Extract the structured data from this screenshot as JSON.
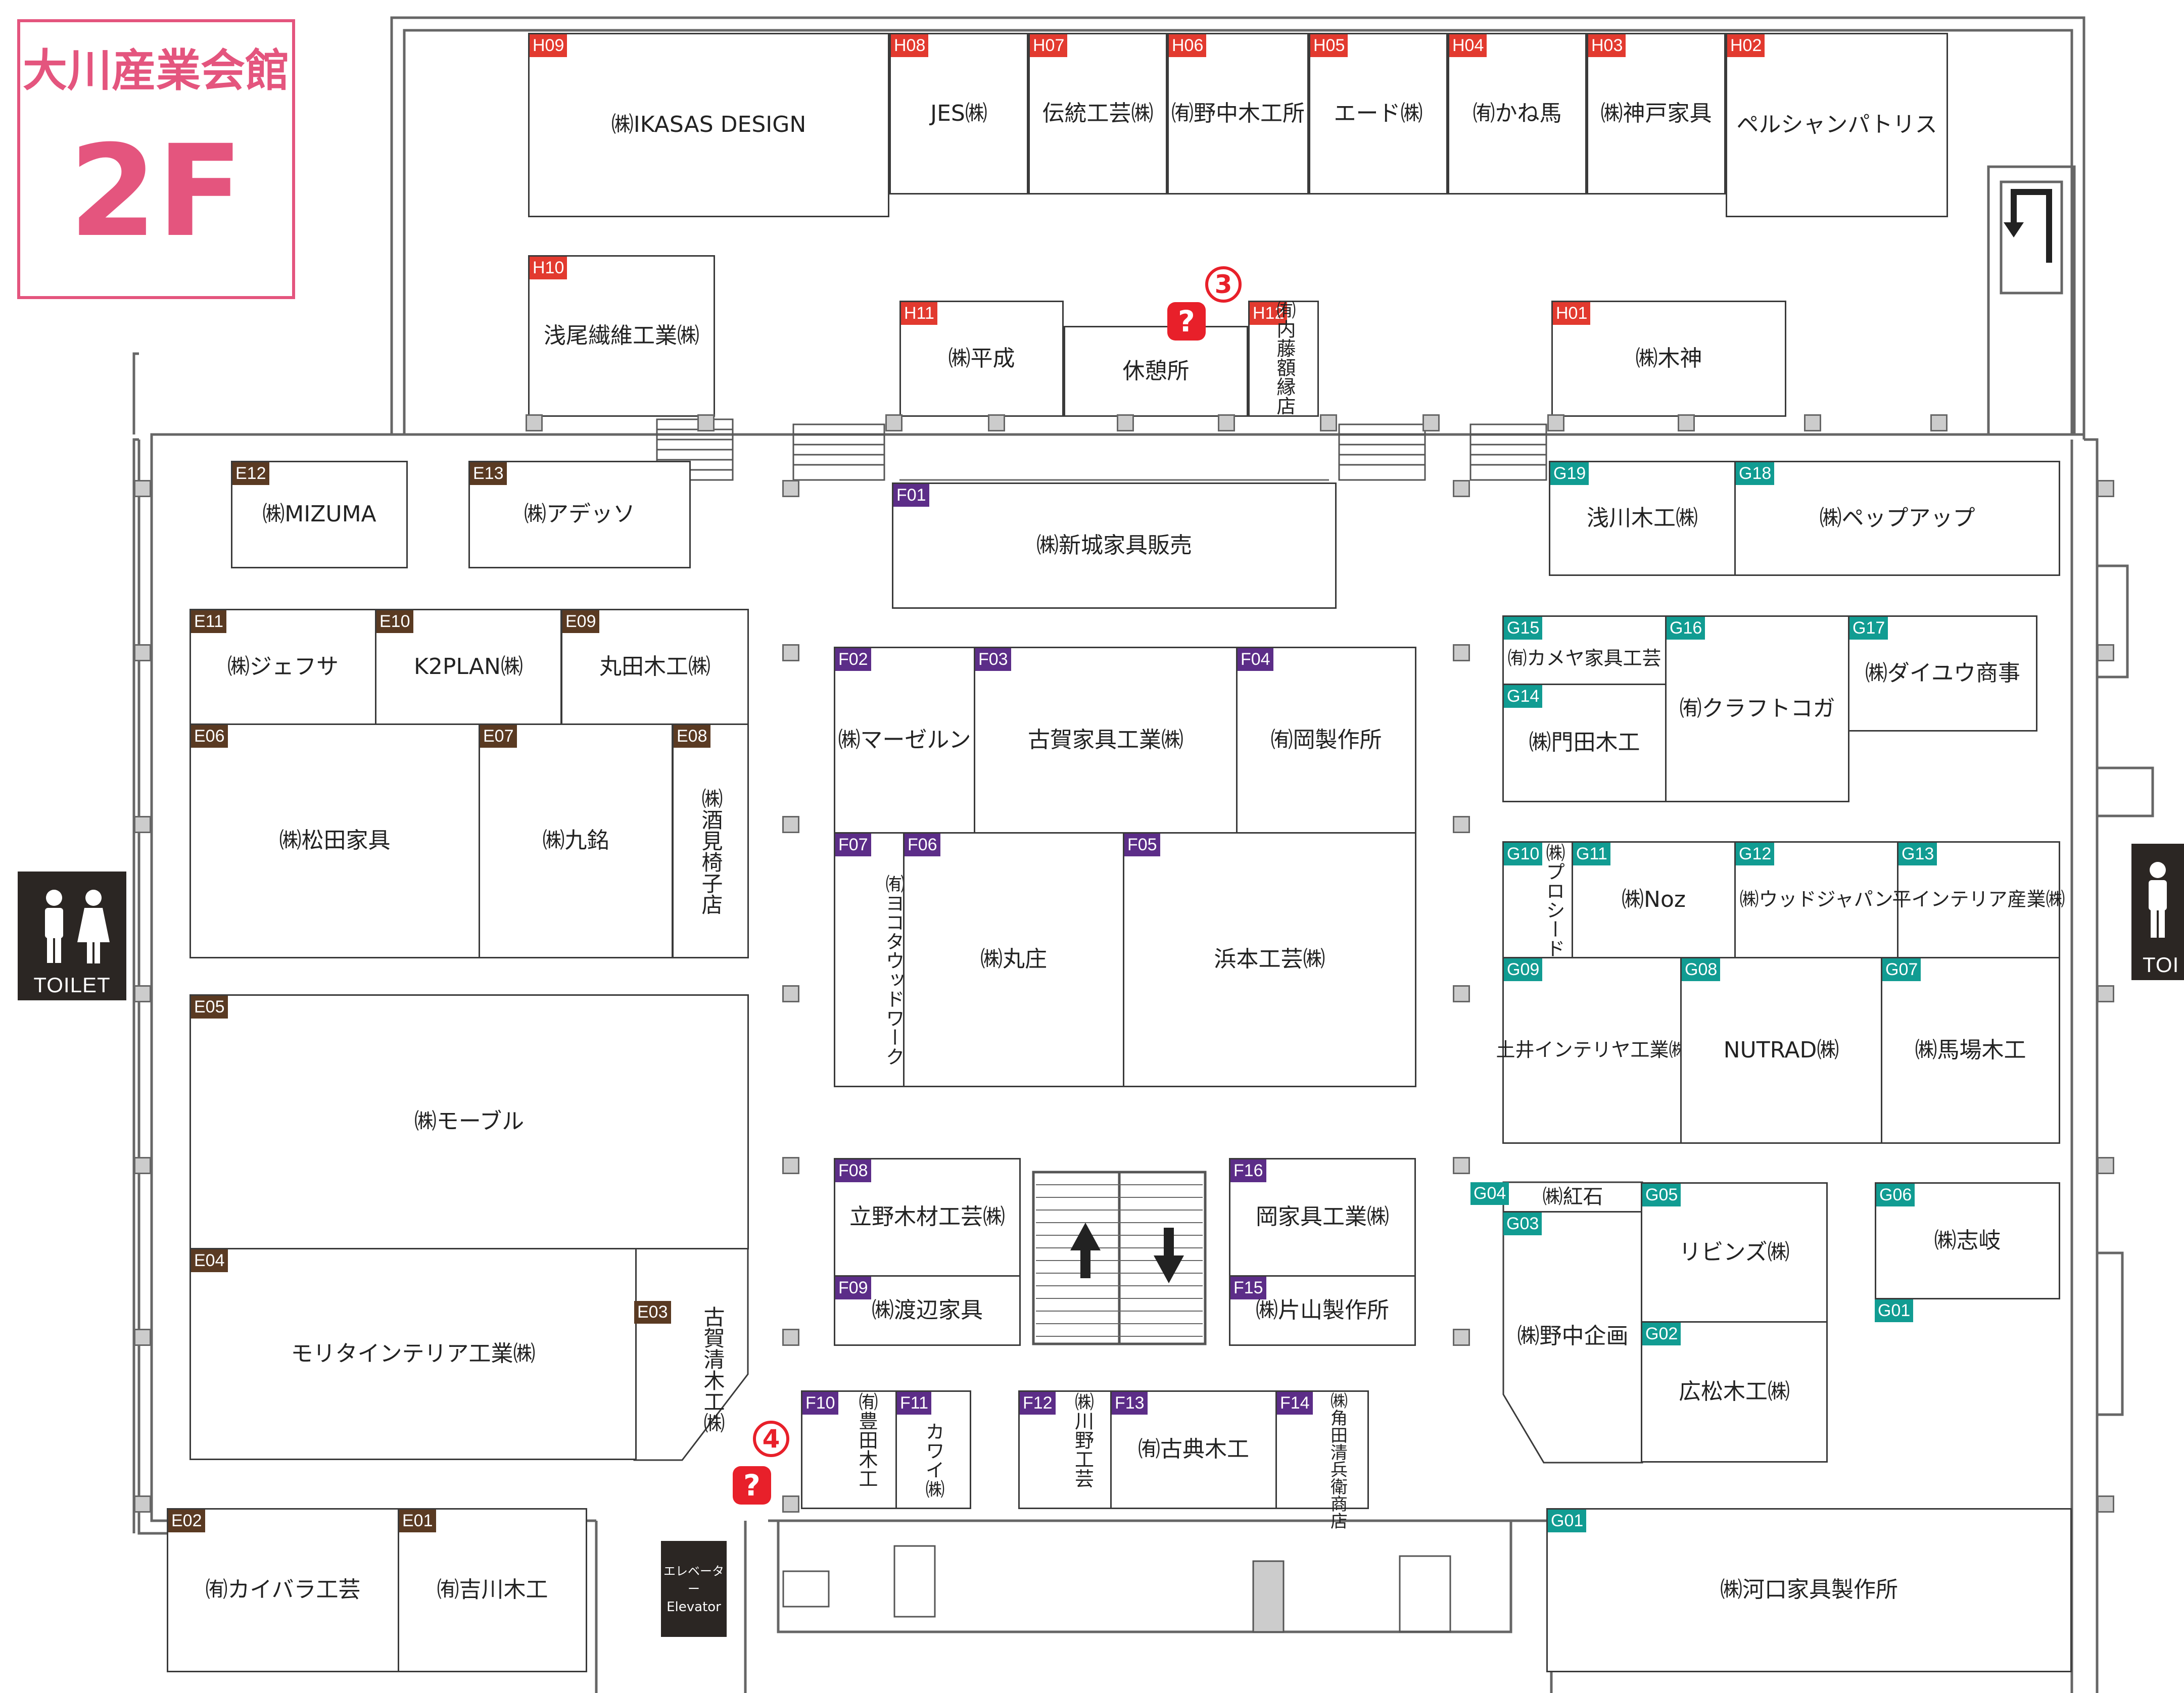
{
  "header": {
    "venue": "大川産業会館",
    "floor": "2F"
  },
  "colors": {
    "H": "#e23a2f",
    "E": "#5a3a22",
    "F": "#5c2d88",
    "G": "#119c92",
    "accent": "#e4557e",
    "info": "#e8202a"
  },
  "facilities": {
    "toilet_left": "TOILET",
    "toilet_right": "TOI",
    "elevator_ja": "エレベーター",
    "elevator_en": "Elevator",
    "info_icon": "?",
    "info_numbers": [
      "3",
      "4"
    ]
  },
  "booths": {
    "H09": {
      "code": "H09",
      "name": "㈱IKASAS DESIGN"
    },
    "H08": {
      "code": "H08",
      "name": "JES㈱"
    },
    "H07": {
      "code": "H07",
      "name": "伝統工芸㈱"
    },
    "H06": {
      "code": "H06",
      "name": "㈲野中木工所"
    },
    "H05": {
      "code": "H05",
      "name": "エード㈱"
    },
    "H04": {
      "code": "H04",
      "name": "㈲かね馬"
    },
    "H03": {
      "code": "H03",
      "name": "㈱神戸家具"
    },
    "H02": {
      "code": "H02",
      "name": "ペルシャンパトリス"
    },
    "H10": {
      "code": "H10",
      "name": "浅尾繊維工業㈱"
    },
    "H11": {
      "code": "H11",
      "name": "㈱平成"
    },
    "REST": {
      "name": "休憩所"
    },
    "H12": {
      "code": "H12",
      "name": "㈲内藤額縁店"
    },
    "H01": {
      "code": "H01",
      "name": "㈱木神"
    },
    "E12": {
      "code": "E12",
      "name": "㈱MIZUMA"
    },
    "E13": {
      "code": "E13",
      "name": "㈱アデッソ"
    },
    "F01": {
      "code": "F01",
      "name": "㈱新城家具販売"
    },
    "G19": {
      "code": "G19",
      "name": "浅川木工㈱"
    },
    "G18": {
      "code": "G18",
      "name": "㈱ペップアップ"
    },
    "E11": {
      "code": "E11",
      "name": "㈱ジェフサ"
    },
    "E10": {
      "code": "E10",
      "name": "K2PLAN㈱"
    },
    "E09": {
      "code": "E09",
      "name": "丸田木工㈱"
    },
    "E06": {
      "code": "E06",
      "name": "㈱松田家具"
    },
    "E07": {
      "code": "E07",
      "name": "㈱九銘"
    },
    "E08": {
      "code": "E08",
      "name": "㈱酒見椅子店"
    },
    "F02": {
      "code": "F02",
      "name": "㈱マーゼルン"
    },
    "F03": {
      "code": "F03",
      "name": "古賀家具工業㈱"
    },
    "F04": {
      "code": "F04",
      "name": "㈲岡製作所"
    },
    "F07": {
      "code": "F07",
      "name": "㈲ヨコタウッドワーク"
    },
    "F06": {
      "code": "F06",
      "name": "㈱丸庄"
    },
    "F05": {
      "code": "F05",
      "name": "浜本工芸㈱"
    },
    "G15": {
      "code": "G15",
      "name": "㈲カメヤ家具工芸"
    },
    "G16": {
      "code": "G16",
      "name": "㈲クラフトコガ"
    },
    "G17": {
      "code": "G17",
      "name": "㈱ダイユウ商事"
    },
    "G14": {
      "code": "G14",
      "name": "㈱門田木工"
    },
    "G10": {
      "code": "G10",
      "name": "㈱プロシード"
    },
    "G11": {
      "code": "G11",
      "name": "㈱Noz"
    },
    "G12": {
      "code": "G12",
      "name": "㈱ウッドジャパン"
    },
    "G13": {
      "code": "G13",
      "name": "平インテリア産業㈱"
    },
    "G09": {
      "code": "G09",
      "name": "土井インテリヤ工業㈱"
    },
    "G08": {
      "code": "G08",
      "name": "NUTRAD㈱"
    },
    "G07": {
      "code": "G07",
      "name": "㈱馬場木工"
    },
    "E05": {
      "code": "E05",
      "name": "㈱モーブル"
    },
    "E04": {
      "code": "E04",
      "name": "モリタインテリア工業㈱"
    },
    "E03": {
      "code": "E03",
      "name": "古賀清木工㈱"
    },
    "F08": {
      "code": "F08",
      "name": "立野木材工芸㈱"
    },
    "F09": {
      "code": "F09",
      "name": "㈱渡辺家具"
    },
    "F16": {
      "code": "F16",
      "name": "岡家具工業㈱"
    },
    "F15": {
      "code": "F15",
      "name": "㈱片山製作所"
    },
    "G04": {
      "code": "G04",
      "name": "㈱紅石"
    },
    "G03": {
      "code": "G03",
      "name": "㈱野中企画"
    },
    "G05": {
      "code": "G05",
      "name": "リビンズ㈱"
    },
    "G02": {
      "code": "G02",
      "name": "広松木工㈱"
    },
    "G06": {
      "code": "G06",
      "name": "㈱志岐"
    },
    "G01a": {
      "code": "G01"
    },
    "F10": {
      "code": "F10",
      "name": "㈲豊田木工"
    },
    "F11": {
      "code": "F11",
      "name": "カワイ㈱"
    },
    "F12": {
      "code": "F12",
      "name": "㈱川野工芸"
    },
    "F13": {
      "code": "F13",
      "name": "㈲古典木工"
    },
    "F14": {
      "code": "F14",
      "name": "㈱角田清兵衛商店"
    },
    "E02": {
      "code": "E02",
      "name": "㈲カイバラ工芸"
    },
    "E01": {
      "code": "E01",
      "name": "㈲吉川木工"
    },
    "G01": {
      "code": "G01",
      "name": "㈱河口家具製作所"
    }
  }
}
